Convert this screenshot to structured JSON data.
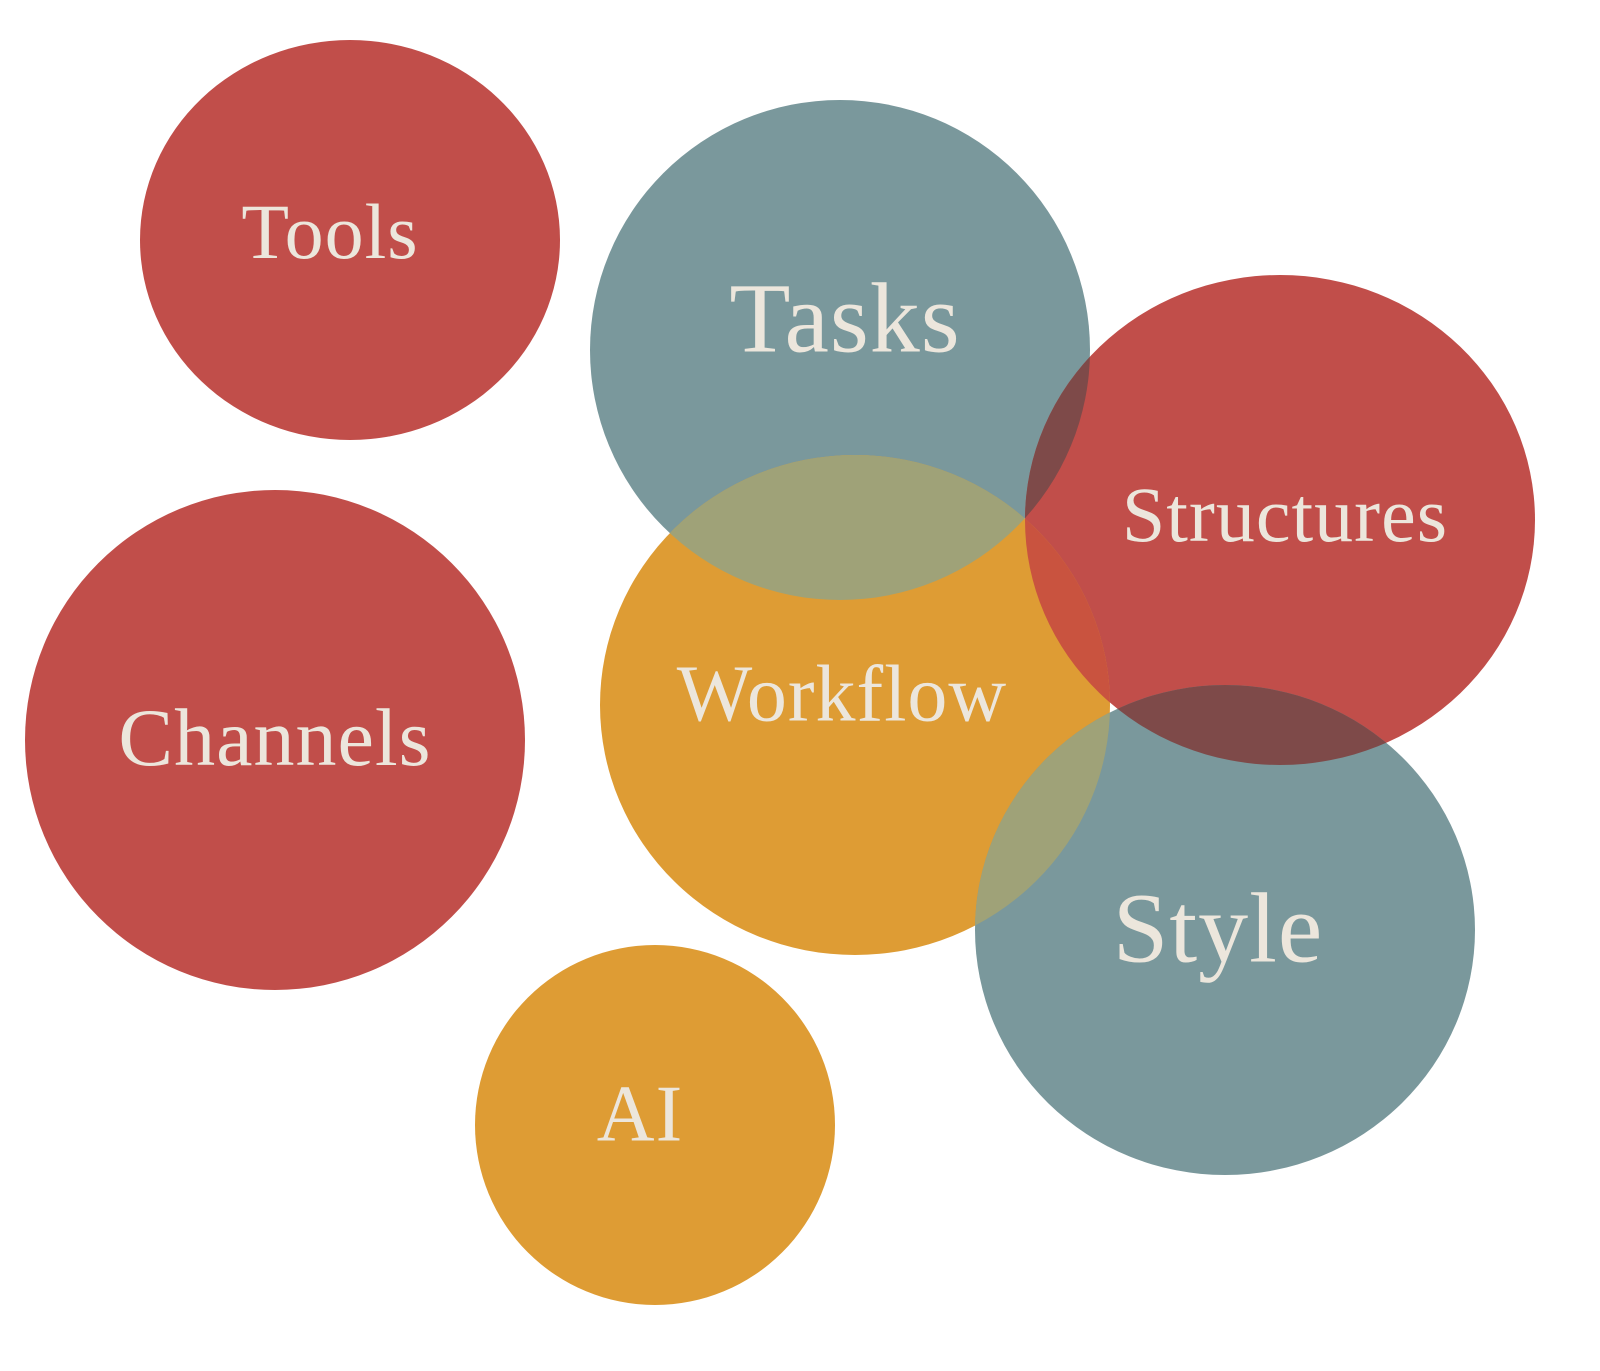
{
  "colors": {
    "red": "#c14e4a",
    "teal": "#7a989c",
    "mustard": "#de9c34",
    "text": "#ece6dc",
    "teal_mustard_overlap": "#9fa278",
    "red_teal_overlap": "#7e4a49",
    "red_mustard_overlap": "#c9533f"
  },
  "bubbles": [
    {
      "id": "tools",
      "label": "Tools",
      "color": "red"
    },
    {
      "id": "tasks",
      "label": "Tasks",
      "color": "teal"
    },
    {
      "id": "structures",
      "label": "Structures",
      "color": "red"
    },
    {
      "id": "channels",
      "label": "Channels",
      "color": "red"
    },
    {
      "id": "workflow",
      "label": "Workflow",
      "color": "mustard"
    },
    {
      "id": "style",
      "label": "Style",
      "color": "teal"
    },
    {
      "id": "ai",
      "label": "AI",
      "color": "mustard"
    }
  ]
}
